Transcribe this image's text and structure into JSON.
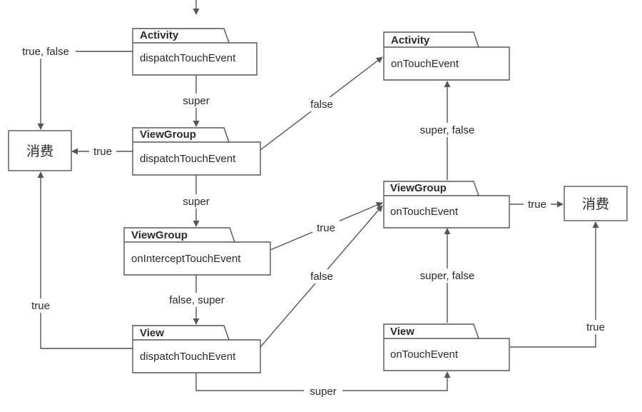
{
  "nodes": {
    "activity_dispatch": {
      "tab": "Activity",
      "method": "dispatchTouchEvent"
    },
    "activity_ontouch": {
      "tab": "Activity",
      "method": "onTouchEvent"
    },
    "viewgroup_dispatch": {
      "tab": "ViewGroup",
      "method": "dispatchTouchEvent"
    },
    "viewgroup_intercept": {
      "tab": "ViewGroup",
      "method": "onInterceptTouchEvent"
    },
    "viewgroup_ontouch": {
      "tab": "ViewGroup",
      "method": "onTouchEvent"
    },
    "view_dispatch": {
      "tab": "View",
      "method": "dispatchTouchEvent"
    },
    "view_ontouch": {
      "tab": "View",
      "method": "onTouchEvent"
    },
    "consume_left": {
      "label": "消费"
    },
    "consume_right": {
      "label": "消费"
    }
  },
  "edges": {
    "act_to_consume": "true, false",
    "act_to_vg": "super",
    "vg_to_consume": "true",
    "vg_to_act_touch": "false",
    "vg_to_intercept": "super",
    "intercept_to_vg_touch": "true",
    "intercept_to_view": "false, super",
    "view_to_consume": "true",
    "view_to_vg_touch": "false",
    "view_to_view_touch": "super",
    "vg_touch_to_act_touch": "super, false",
    "vg_touch_to_consume": "true",
    "view_touch_to_vg_touch": "super, false",
    "view_touch_to_consume": "true"
  },
  "colors": {
    "stroke": "#555555",
    "text": "#2a2a2a",
    "background": "#ffffff"
  }
}
